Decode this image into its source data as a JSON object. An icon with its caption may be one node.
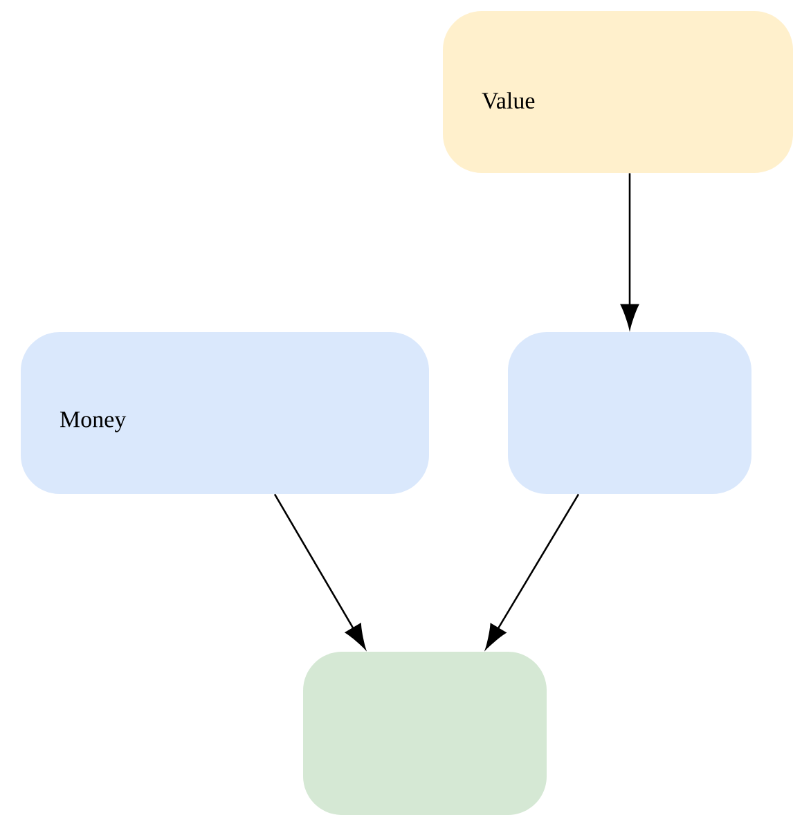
{
  "diagram": {
    "nodes": [
      {
        "text": [
          "Value"
        ]
      },
      {
        "text": [
          "Money"
        ]
      },
      {
        "text": [],
        "shape": "box"
      },
      {
        "text": [],
        "shape": "box"
      }
    ],
    "edges": [
      {
        "from": 0,
        "to": 2,
        "arrow": "to"
      },
      {
        "from": 1,
        "to": 3,
        "arrow": "to"
      },
      {
        "from": 2,
        "to": 3,
        "arrow": "to"
      }
    ]
  }
}
